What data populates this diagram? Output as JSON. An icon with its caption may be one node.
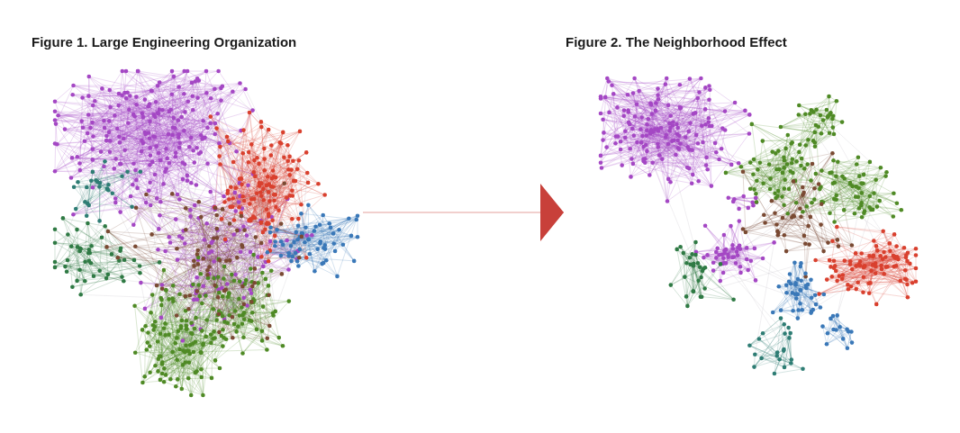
{
  "diagram": {
    "nodes": [
      {
        "text": [
          "Figure 1. Large Engineering Organization"
        ]
      },
      {
        "text": [
          "Figure 2. The Neighborhood Effect"
        ]
      }
    ],
    "edges": [
      {
        "from": 0,
        "to": 1,
        "arrow": "to",
        "color": "#c8403a"
      }
    ]
  }
}
